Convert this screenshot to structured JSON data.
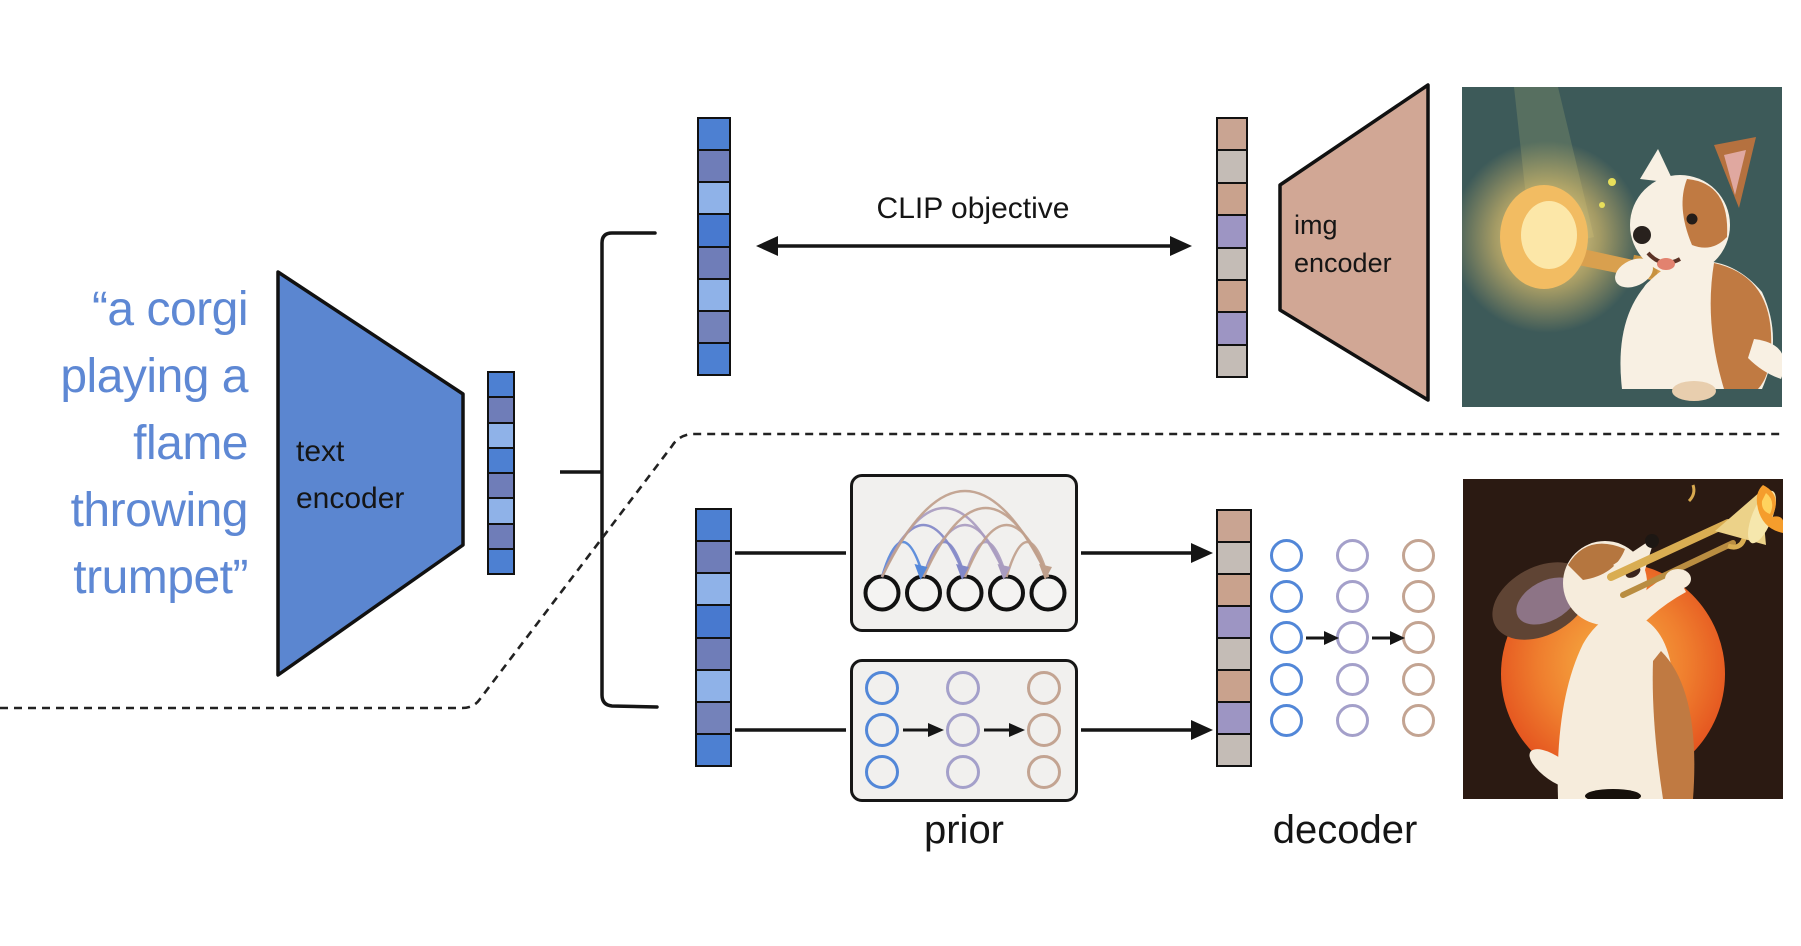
{
  "prompt": {
    "full_text": "“a corgi playing a flame throwing trumpet”",
    "lines": [
      "“a corgi",
      "playing a",
      "flame",
      "throwing",
      "trumpet”"
    ],
    "color": "#5e88d4"
  },
  "text_encoder": {
    "line1": "text",
    "line2": "encoder",
    "fill": "#5b86d0"
  },
  "img_encoder": {
    "line1": "img",
    "line2": "encoder",
    "fill": "#d1a795"
  },
  "clip_objective_label": "CLIP objective",
  "prior_label": "prior",
  "decoder_label": "decoder",
  "embeddings": {
    "text_embedding": [
      "#4d80d2",
      "#6f7db8",
      "#8fb2e8",
      "#4d80d2",
      "#6f7db8",
      "#8fb2e8",
      "#6f7db8",
      "#4d80d2"
    ],
    "clip_text_embedding": [
      "#4d80d2",
      "#6f7db8",
      "#8fb2e8",
      "#4879cf",
      "#6f7db8",
      "#8fb2e8",
      "#7482ba",
      "#4d80d2"
    ],
    "clip_image_embedding": [
      "#c9a492",
      "#c4bcb6",
      "#c9a28d",
      "#9d95c3",
      "#c4bcb6",
      "#c9a28d",
      "#9d95c3",
      "#c4bcb6"
    ],
    "prior_input_embedding": [
      "#4d80d2",
      "#6f7db8",
      "#8fb2e8",
      "#4879cf",
      "#6f7db8",
      "#8fb2e8",
      "#7482ba",
      "#4d80d2"
    ],
    "prior_output_embedding": [
      "#c9a492",
      "#c4bcb6",
      "#c9a28d",
      "#9d95c3",
      "#c4bcb6",
      "#c9a28d",
      "#9d95c3",
      "#c4bcb6"
    ]
  },
  "autoregressive_prior": {
    "node_count": 5,
    "arc_colors_by_target": [
      "#5588da",
      "#8288c8",
      "#a99cc0",
      "#c0a08c"
    ]
  },
  "diffusion_prior": {
    "columns": [
      {
        "color": "#5287d8",
        "count": 3
      },
      {
        "color": "#a4a0ca",
        "count": 3
      },
      {
        "color": "#c3a492",
        "count": 3
      }
    ]
  },
  "decoder_grid": {
    "columns": [
      {
        "color": "#5287d8",
        "count": 5
      },
      {
        "color": "#a4a0ca",
        "count": 5
      },
      {
        "color": "#c3a492",
        "count": 5
      }
    ]
  },
  "images": {
    "clip_training_image": {
      "description": "painted corgi playing a flame-throwing trumpet on a teal background"
    },
    "generated_image": {
      "description": "generated corgi playing a flame-throwing trombone in front of an orange sun on a dark background"
    }
  },
  "line_colors": {
    "solid": "#151515",
    "dashed": "#222222"
  }
}
